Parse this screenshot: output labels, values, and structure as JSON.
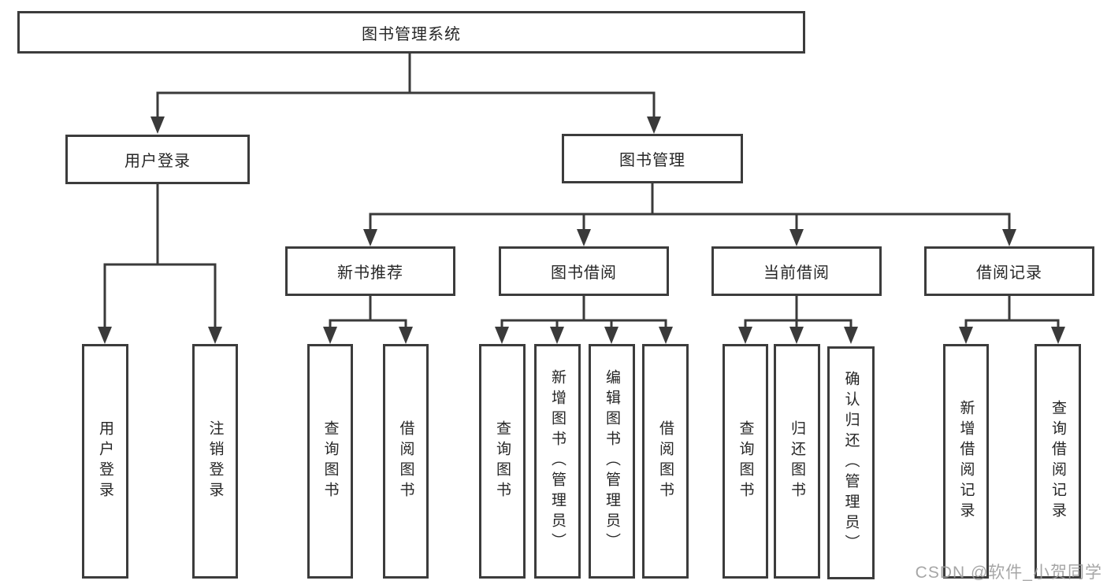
{
  "tree": {
    "root": {
      "label": "图书管理系统"
    },
    "branches": [
      {
        "label": "用户登录",
        "children": [
          {
            "label": "用户登录"
          },
          {
            "label": "注销登录"
          }
        ]
      },
      {
        "label": "图书管理",
        "children": [
          {
            "label": "新书推荐",
            "children": [
              {
                "label": "查询图书"
              },
              {
                "label": "借阅图书"
              }
            ]
          },
          {
            "label": "图书借阅",
            "children": [
              {
                "label": "查询图书"
              },
              {
                "label": "新增图书（管理员）"
              },
              {
                "label": "编辑图书（管理员）"
              },
              {
                "label": "借阅图书"
              }
            ]
          },
          {
            "label": "当前借阅",
            "children": [
              {
                "label": "查询图书"
              },
              {
                "label": "归还图书"
              },
              {
                "label": "确认归还（管理员）"
              }
            ]
          },
          {
            "label": "借阅记录",
            "children": [
              {
                "label": "新增借阅记录"
              },
              {
                "label": "查询借阅记录"
              }
            ]
          }
        ]
      }
    ]
  },
  "watermark": {
    "text": "CSDN @软件_小贺同学"
  },
  "colors": {
    "line": "#3a3a3a",
    "box_border": "#3c3c3c",
    "text": "#262626",
    "watermark": "#9d9d9d",
    "background": "#ffffff"
  }
}
